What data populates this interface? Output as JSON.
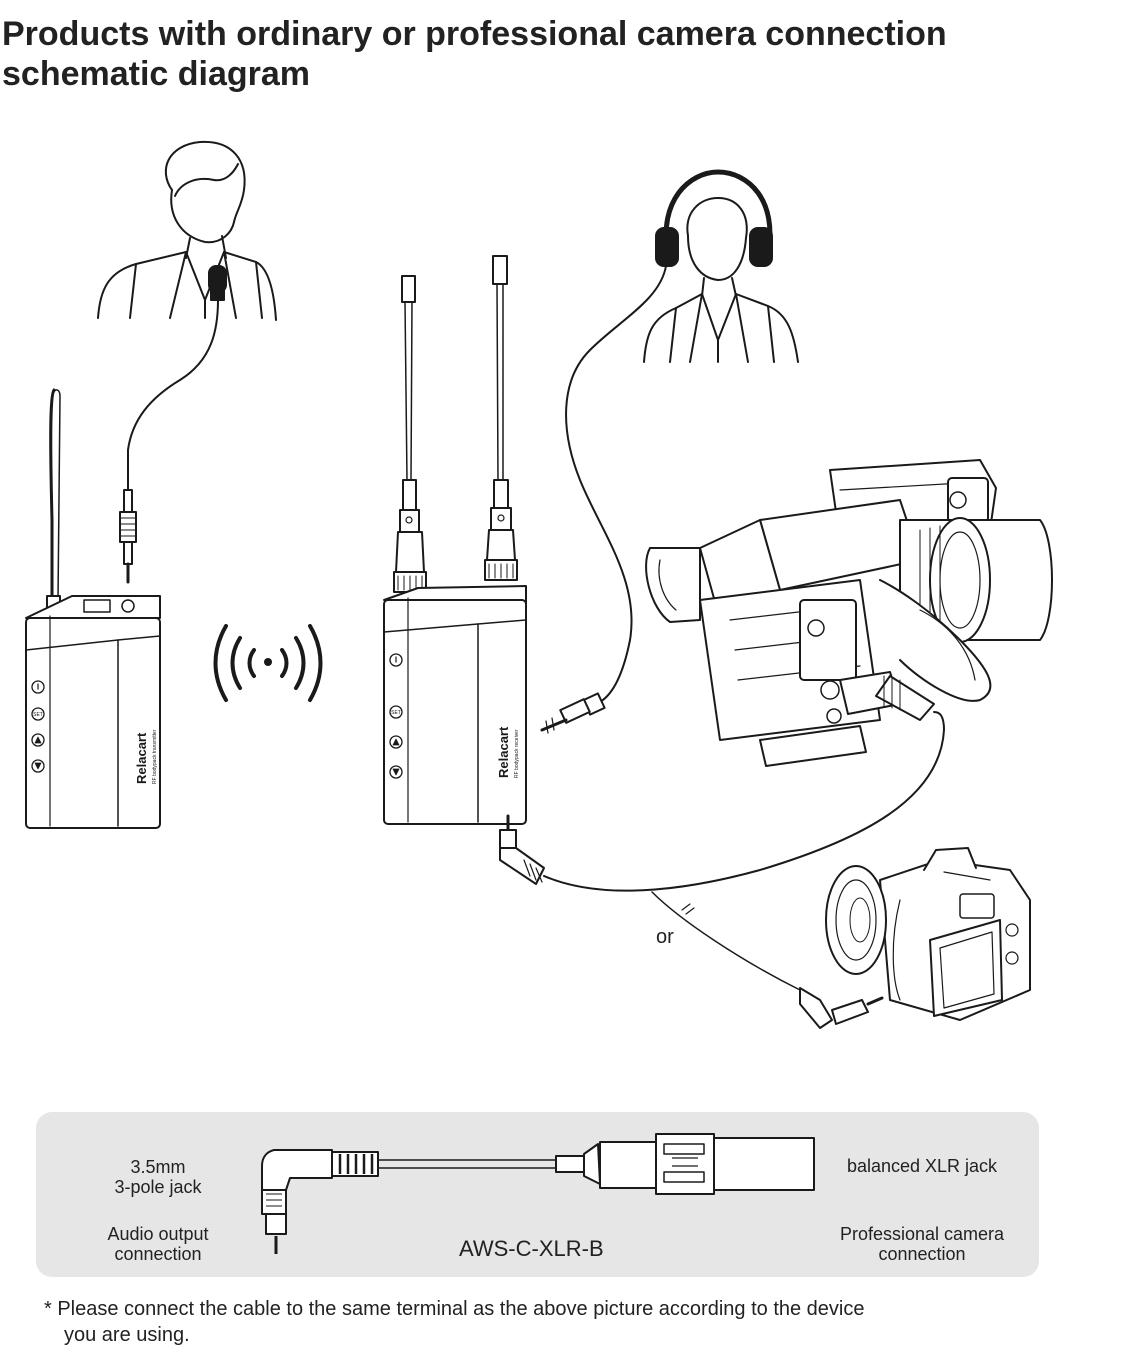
{
  "title": {
    "line1": "Products with ordinary or professional camera connection",
    "line2": "schematic diagram"
  },
  "transmitter": {
    "brand": "Relacart",
    "model_text": "RF bodypack transmitter",
    "set_button": "SET"
  },
  "receiver": {
    "brand": "Relacart",
    "model_text": "RF bodypack receiver",
    "set_button": "SET"
  },
  "or_label": "or",
  "cable_panel": {
    "left_top_line1": "3.5mm",
    "left_top_line2": "3-pole jack",
    "left_bottom_line1": "Audio output",
    "left_bottom_line2": "connection",
    "model": "AWS-C-XLR-B",
    "right_top": "balanced XLR jack",
    "right_bottom_line1": "Professional camera",
    "right_bottom_line2": "connection"
  },
  "note": {
    "line1": "* Please connect the cable to the same terminal as the above picture according to the device",
    "line2": "you are using."
  },
  "colors": {
    "line": "#1a1a1a",
    "panel": "#e6e6e6",
    "device_fill": "#ffffff"
  }
}
